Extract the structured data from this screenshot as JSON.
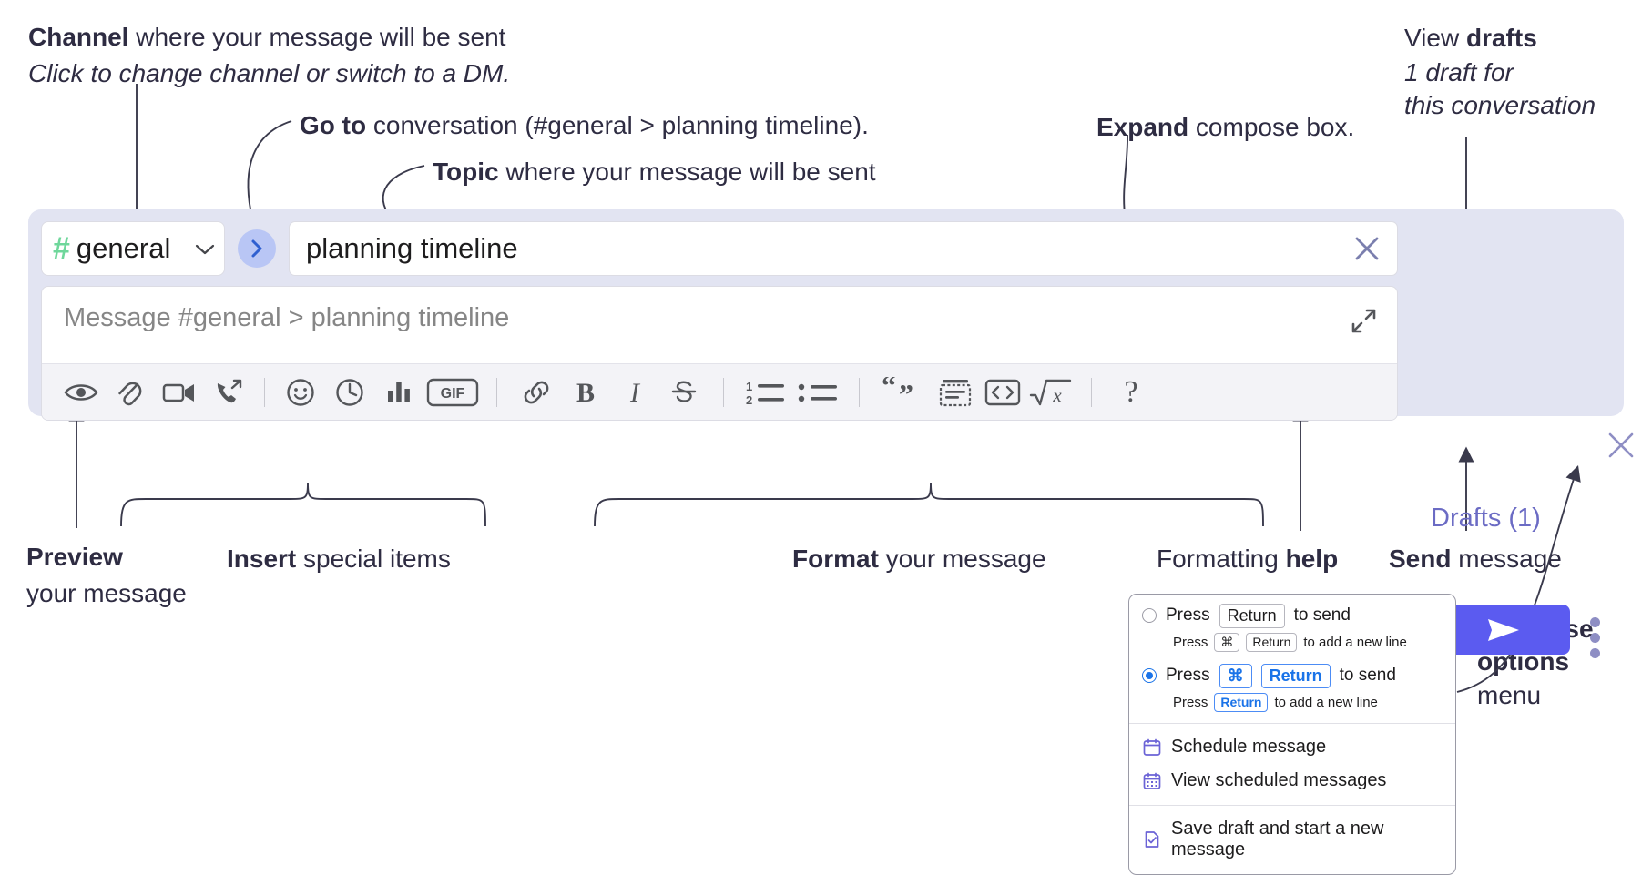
{
  "annotations": {
    "channel": {
      "bold": "Channel",
      "rest": " where your message will be sent",
      "sub": "Click to change channel or switch to a DM."
    },
    "goto": {
      "bold": "Go to",
      "rest": " conversation (#general > planning timeline)."
    },
    "topic": {
      "bold": "Topic",
      "rest": " where your message will be sent"
    },
    "expand": {
      "bold": "Expand",
      "rest": " compose box."
    },
    "drafts": {
      "line1a": "View ",
      "line1b": "drafts",
      "line2": "1 draft for",
      "line3": "this conversation"
    },
    "preview": {
      "bold": "Preview",
      "rest": "your message"
    },
    "insert": {
      "bold": "Insert",
      "rest": " special items"
    },
    "format": {
      "bold": "Format",
      "rest": " your message"
    },
    "help": {
      "pre": "Formatting ",
      "bold": "help"
    },
    "send": {
      "bold": "Send",
      "rest": " message"
    },
    "compose_options": {
      "line1": "Compose",
      "line2": "options",
      "line3": "menu"
    }
  },
  "compose": {
    "channel_name": "general",
    "hash_symbol": "#",
    "topic_value": "planning timeline",
    "message_placeholder": "Message #general > planning timeline",
    "drafts_label": "Drafts (1)",
    "help_glyph": "?",
    "gif_label": "GIF",
    "bold_label": "B",
    "italic_label": "I",
    "toolbar_icons": [
      {
        "name": "preview-eye-icon",
        "label": "Preview"
      },
      {
        "name": "attachment-paperclip-icon",
        "label": "Attach file"
      },
      {
        "name": "video-camera-icon",
        "label": "Record video clip"
      },
      {
        "name": "audio-call-icon",
        "label": "Record audio clip"
      },
      {
        "name": "emoji-smiley-icon",
        "label": "Emoji"
      },
      {
        "name": "clock-icon",
        "label": "Reminder"
      },
      {
        "name": "poll-bar-chart-icon",
        "label": "Poll"
      },
      {
        "name": "gif-icon",
        "label": "GIF"
      },
      {
        "name": "link-icon",
        "label": "Link"
      },
      {
        "name": "bold-icon",
        "label": "Bold"
      },
      {
        "name": "italic-icon",
        "label": "Italic"
      },
      {
        "name": "strikethrough-icon",
        "label": "Strikethrough"
      },
      {
        "name": "ordered-list-icon",
        "label": "Ordered list"
      },
      {
        "name": "bulleted-list-icon",
        "label": "Bulleted list"
      },
      {
        "name": "blockquote-icon",
        "label": "Blockquote"
      },
      {
        "name": "code-block-icon",
        "label": "Code block"
      },
      {
        "name": "inline-code-icon",
        "label": "Code"
      },
      {
        "name": "math-icon",
        "label": "Math"
      },
      {
        "name": "formatting-help-icon",
        "label": "Formatting help"
      }
    ]
  },
  "menu": {
    "option1": {
      "pre": "Press ",
      "key": "Return",
      "post": " to send",
      "sub_pre": "Press ",
      "sub_key1": "⌘",
      "sub_key2": "Return",
      "sub_post": " to add a new line",
      "selected": false
    },
    "option2": {
      "pre": "Press ",
      "key1": "⌘",
      "key2": "Return",
      "post": " to send",
      "sub_pre": "Press ",
      "sub_key": "Return",
      "sub_post": " to add a new line",
      "selected": true
    },
    "items": [
      {
        "label": "Schedule message",
        "icon": "calendar-icon"
      },
      {
        "label": "View scheduled messages",
        "icon": "calendar-grid-icon"
      },
      {
        "label": "Save draft and start a new message",
        "icon": "document-check-icon"
      }
    ]
  },
  "colors": {
    "panel_bg": "#e2e4f2",
    "send_purple": "#5b5bf0",
    "hash_green": "#6fd79b",
    "drafts_purple": "#6b6bc4",
    "goto_circle": "#b9c6f5",
    "accent_blue": "#1a73e8"
  }
}
